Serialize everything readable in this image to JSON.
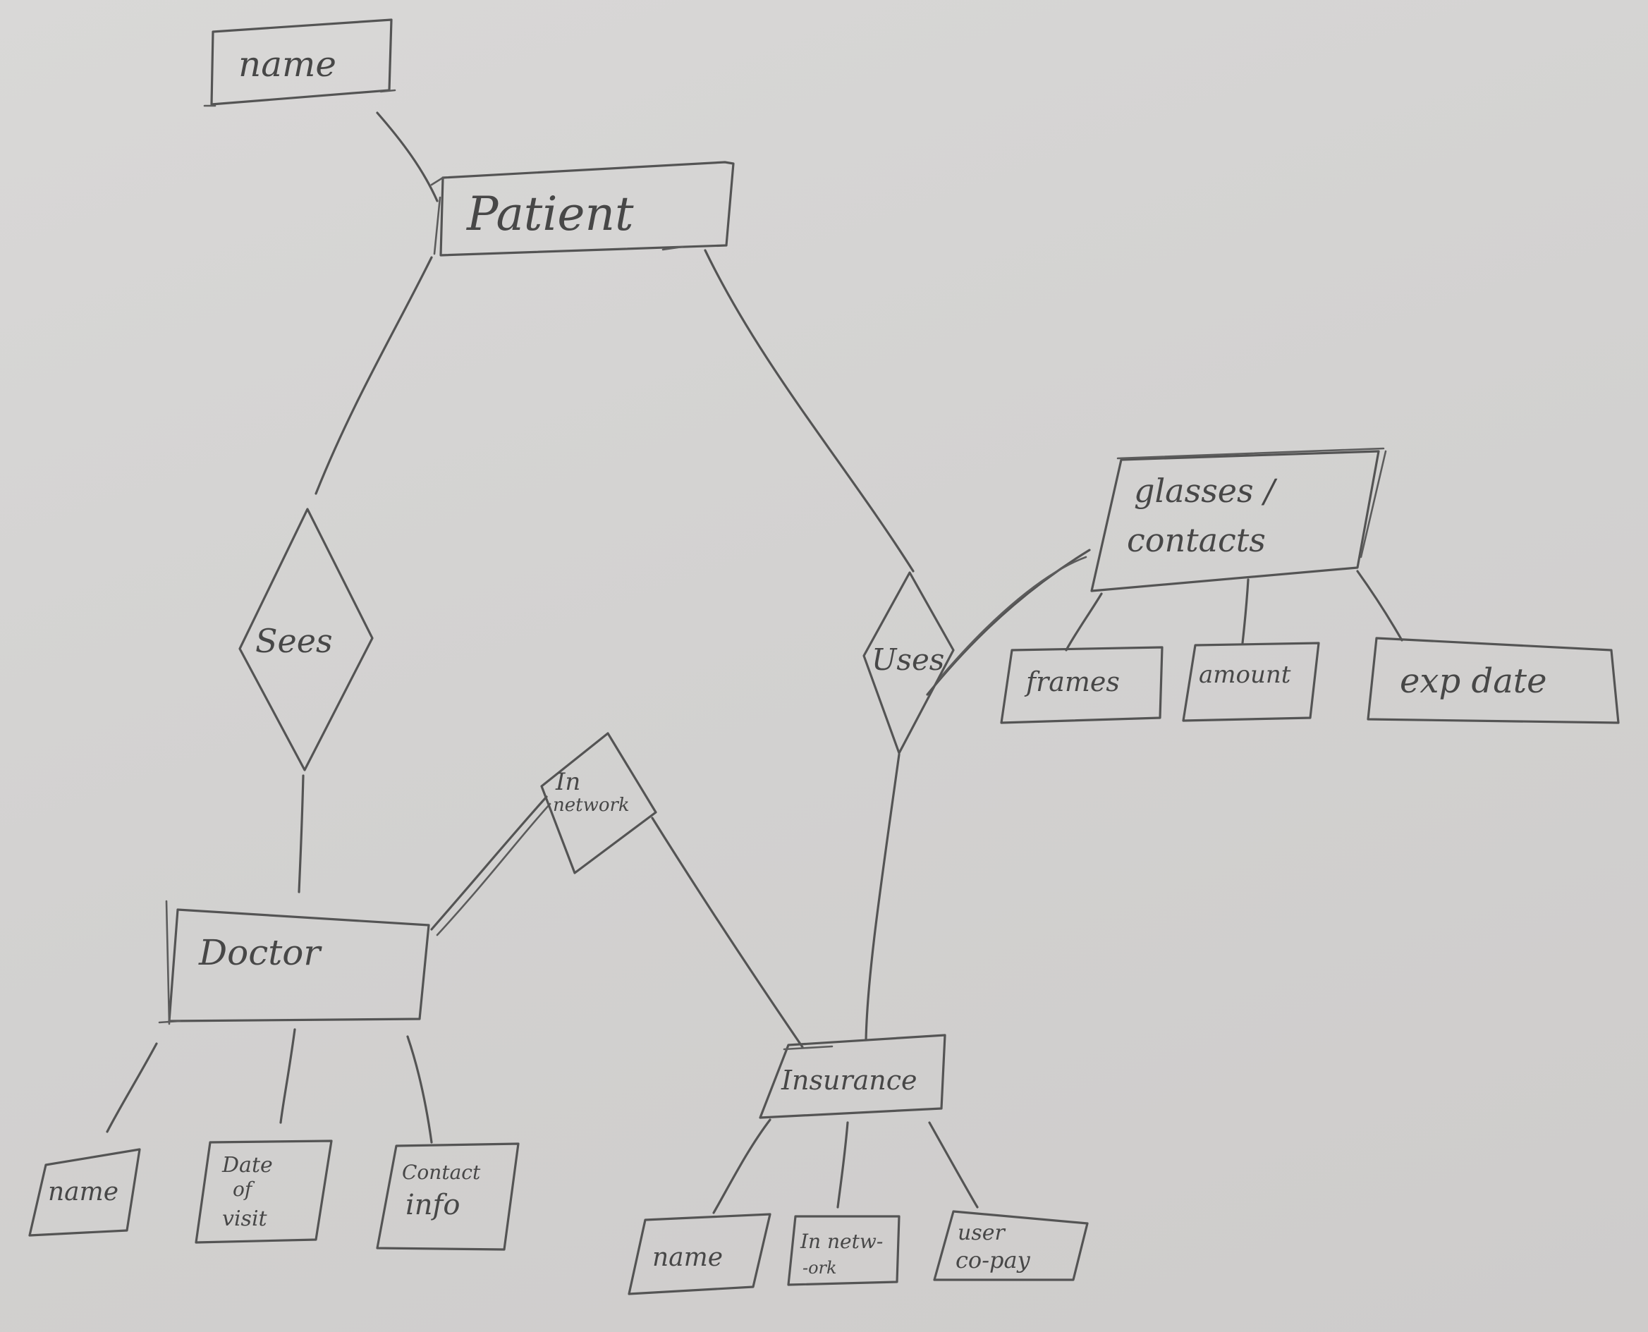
{
  "diagram": {
    "entities": {
      "patient": "Patient",
      "doctor": "Doctor",
      "insurance": "Insurance",
      "glasses_contacts": [
        "glasses /",
        "contacts"
      ]
    },
    "relationships": {
      "sees": "Sees",
      "uses": "Uses",
      "in_network": [
        "In",
        "network"
      ]
    },
    "attributes": {
      "patient_name": "name",
      "doctor_name": "name",
      "date_of_visit": [
        "Date",
        "of",
        "visit"
      ],
      "contact_info": [
        "Contact",
        "info"
      ],
      "insurance_name": "name",
      "in_network_attr": [
        "In netw-",
        "-ork"
      ],
      "user_copay": [
        "user",
        "co-pay"
      ],
      "frames": "frames",
      "amount": "amount",
      "exp_date": "exp date"
    }
  }
}
